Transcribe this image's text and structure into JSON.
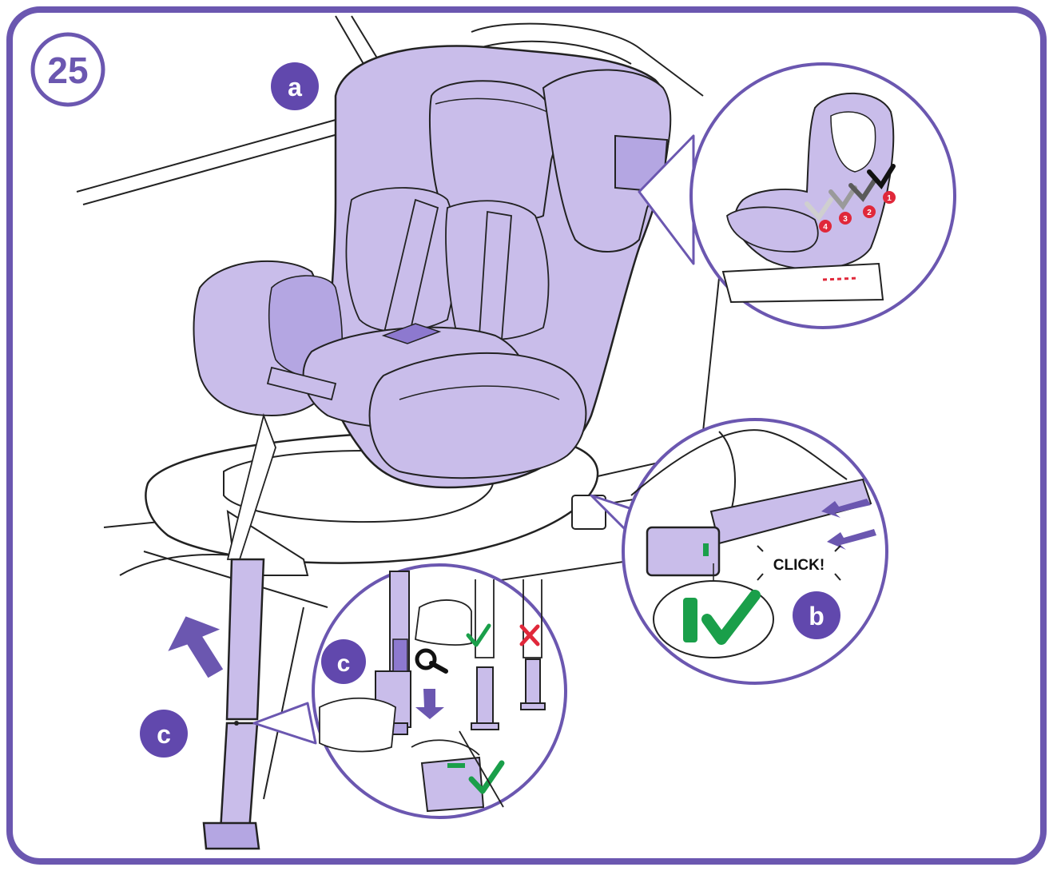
{
  "step": {
    "number": "25"
  },
  "callouts": {
    "a": "a",
    "b": "b",
    "c1": "c",
    "c2": "c"
  },
  "sounds": {
    "click": "CLICK!"
  },
  "recline_positions": [
    "4",
    "3",
    "2",
    "1"
  ],
  "colors": {
    "frame": "#6b57b0",
    "seat_fill": "#c9bdea",
    "seat_dark": "#8d79cf",
    "badge": "#6148ad",
    "ok_green": "#1a9f4a",
    "error_red": "#e0283a",
    "line": "#222222"
  },
  "icons": [
    "check-icon",
    "cross-icon",
    "arrow-down-icon",
    "arrow-left-icon",
    "indicator-green-icon"
  ]
}
